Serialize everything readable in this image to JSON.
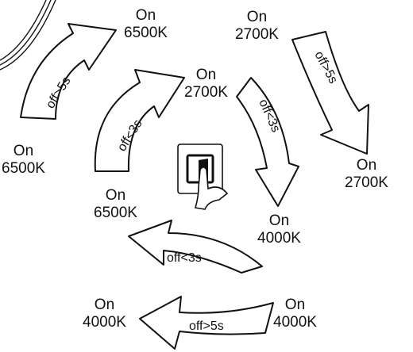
{
  "states": {
    "tl_top": {
      "line1": "On",
      "line2": "6500K"
    },
    "tl_bot": {
      "line1": "On",
      "line2": "6500K"
    },
    "tr_top": {
      "line1": "On",
      "line2": "2700K"
    },
    "tr_bot": {
      "line1": "On",
      "line2": "2700K"
    },
    "c_top": {
      "line1": "On",
      "line2": "2700K"
    },
    "c_left": {
      "line1": "On",
      "line2": "6500K"
    },
    "c_right": {
      "line1": "On",
      "line2": "4000K"
    },
    "b_left": {
      "line1": "On",
      "line2": "4000K"
    },
    "b_right": {
      "line1": "On",
      "line2": "4000K"
    }
  },
  "transitions": {
    "outer_left": "off>5s",
    "outer_right": "off>5s",
    "inner_left": "off<3s",
    "inner_right": "off<3s",
    "inner_bottom": "off<3s",
    "bottom": "off>5s"
  },
  "icons": {
    "switch": "wall-switch-hand-icon",
    "lamp_edge": "lamp-outline-icon"
  }
}
